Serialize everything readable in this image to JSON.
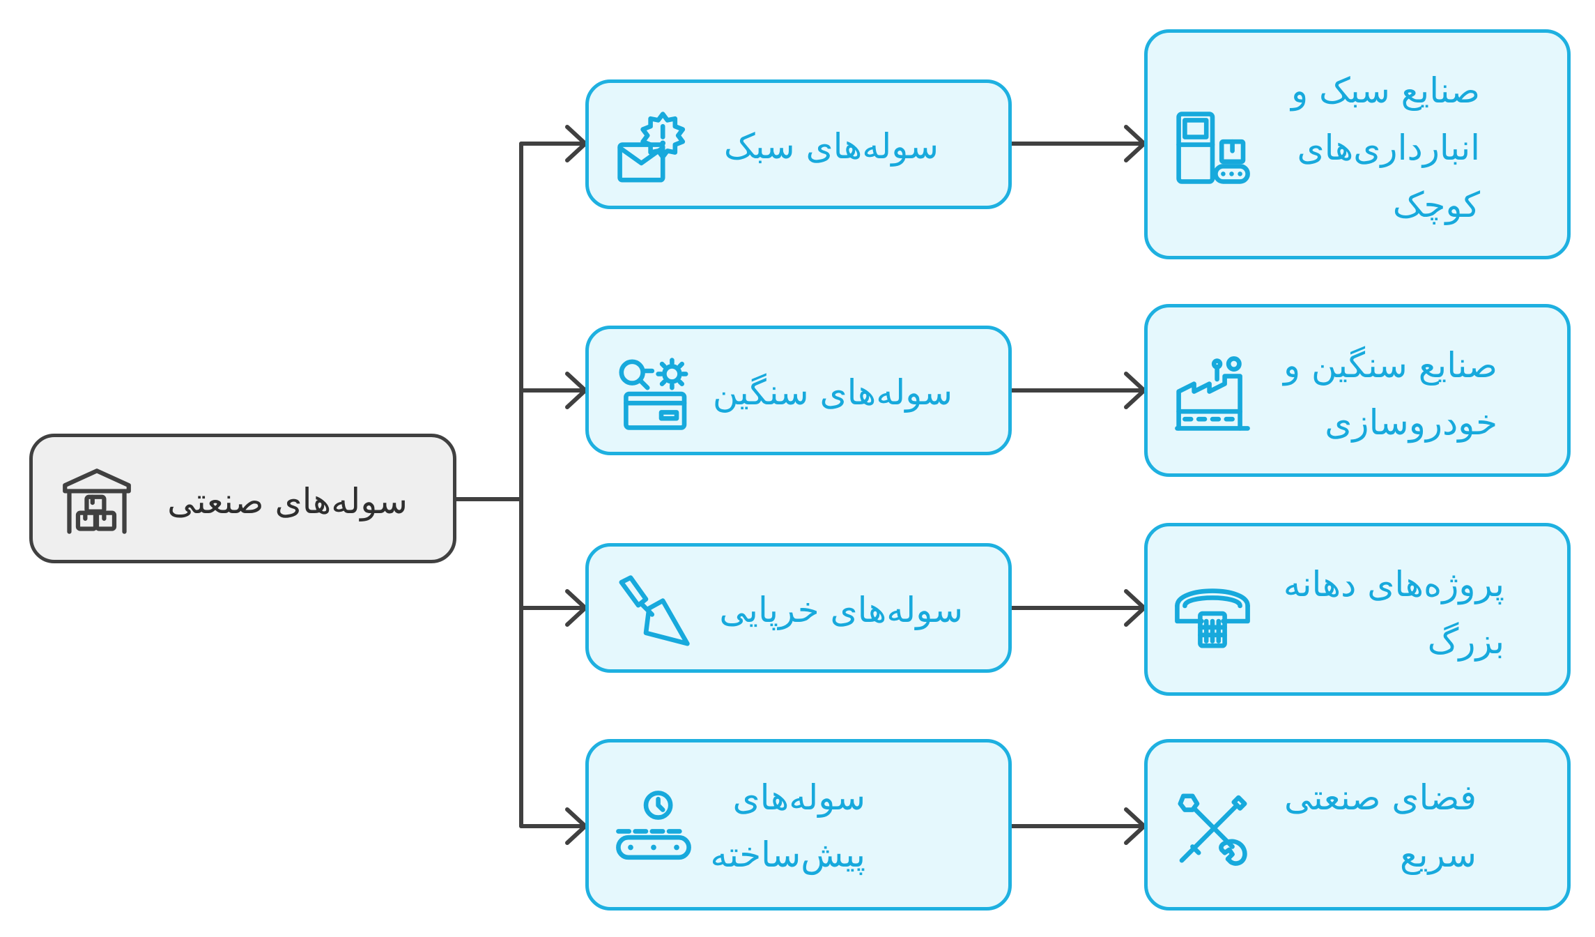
{
  "diagram": {
    "root": {
      "label": "سوله‌های صنعتی",
      "icon": "warehouse-icon"
    },
    "categories": [
      {
        "label": "سوله‌های سبک",
        "icon": "mail-alert-icon"
      },
      {
        "label": "سوله‌های سنگین",
        "icon": "search-gear-box-icon"
      },
      {
        "label": "سوله‌های خرپایی",
        "icon": "trowel-icon"
      },
      {
        "label": "سوله‌های\nپیش‌ساخته",
        "icon": "conveyor-icon"
      }
    ],
    "applications": [
      {
        "label": "صنایع سبک و\nانبارداری‌های\nکوچک",
        "icon": "machine-boxes-icon"
      },
      {
        "label": "صنایع سنگین و\nخودروسازی",
        "icon": "factory-icon"
      },
      {
        "label": "پروژه‌های دهانه\nبزرگ",
        "icon": "wide-span-icon"
      },
      {
        "label": "فضای صنعتی\nسریع",
        "icon": "tools-icon"
      }
    ]
  },
  "colors": {
    "accent": "#1eb0e0",
    "accent_fill": "#e5f8fd",
    "root_border": "#404040",
    "root_fill": "#efefef",
    "connector": "#404040"
  }
}
